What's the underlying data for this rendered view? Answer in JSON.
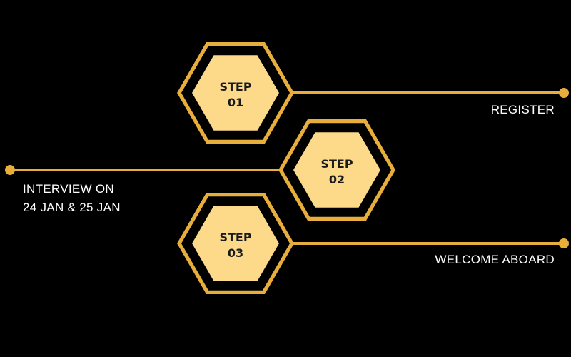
{
  "colors": {
    "background": "#000000",
    "accent": "#e8ae3c",
    "hex_fill": "#fdd98a",
    "hex_gap": "#000000",
    "hex_text": "#1a1a1a",
    "caption_text": "#ffffff"
  },
  "steps": [
    {
      "word": "STEP",
      "number": "01",
      "caption_lines": [
        "REGISTER"
      ]
    },
    {
      "word": "STEP",
      "number": "02",
      "caption_lines": [
        "INTERVIEW ON",
        "24 JAN & 25 JAN"
      ]
    },
    {
      "word": "STEP",
      "number": "03",
      "caption_lines": [
        "WELCOME ABOARD"
      ]
    }
  ]
}
